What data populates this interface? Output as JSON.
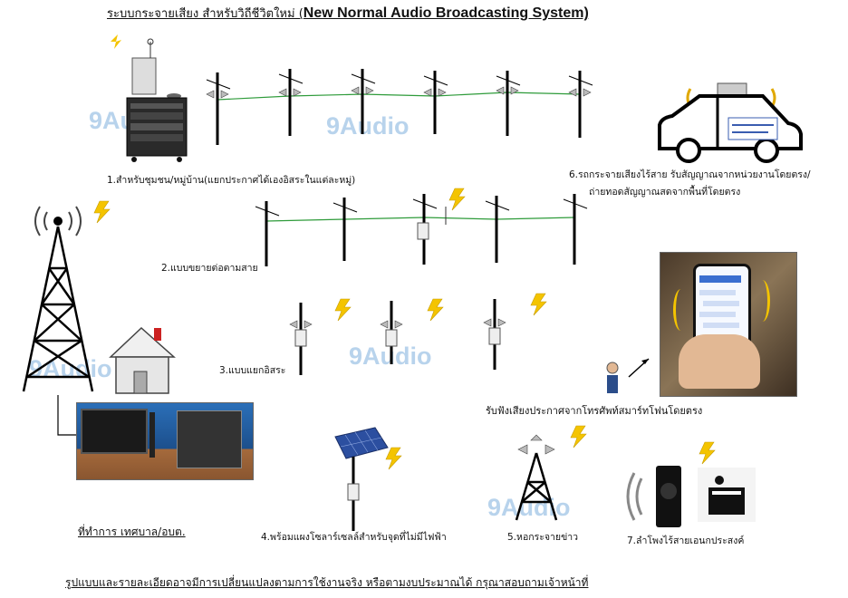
{
  "title": {
    "thai": "ระบบกระจายเสียง สำหรับวิถีชีวิตใหม่ (",
    "english": "New Normal Audio Broadcasting System)"
  },
  "watermark": "9Audio",
  "captions": {
    "item1": "1.สำหรับชุมชน/หมู่บ้าน(แยกประกาศได้เองอิสระในแต่ละหมู่)",
    "item2": "2.แบบขยายต่อตามสาย",
    "item3": "3.แบบแยกอิสระ",
    "item4": "4.พร้อมแผงโซลาร์เซลล์สำหรับจุดที่ไม่มีไฟฟ้า",
    "item5": "5.หอกระจายข่าว",
    "item6_line1": "6.รถกระจายเสียงไร้สาย รับสัญญาณจากหน่วยงานโดยตรง/",
    "item6_line2": "ถ่ายทอดสัญญาณสดจากพื้นที่โดยตรง",
    "item7": "7.ลำโพงไร้สายเอนกประสงค์",
    "office": "ที่ทำการ เทศบาล/อบต.",
    "smartphone": "รับฟังเสียงประกาศจากโทรศัพท์สมาร์ทโฟนโดยตรง"
  },
  "footer": "รูปแบบและรายละเอียดอาจมีการเปลี่ยนแปลงตามการใช้งานจริง หรือตามงบประมาณได้ กรุณาสอบถามเจ้าหน้าที่",
  "colors": {
    "wire": "#2e9b3a",
    "lightning": "#f4c400",
    "watermark": "#7fb0dd",
    "pole": "#000000"
  }
}
